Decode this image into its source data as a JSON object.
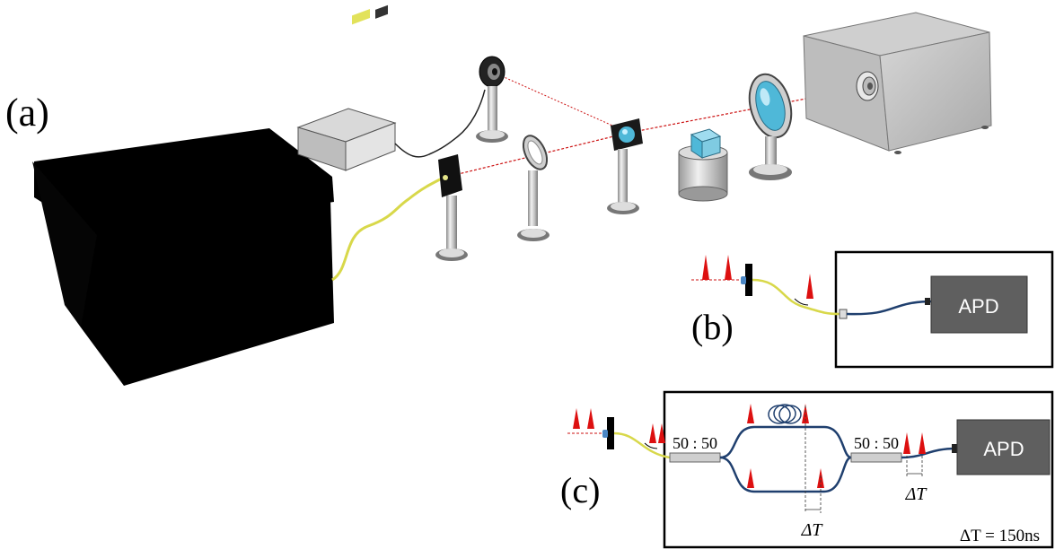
{
  "panels": {
    "a": {
      "label": "(a)"
    },
    "b": {
      "label": "(b)",
      "detector": "APD"
    },
    "c": {
      "label": "(c)",
      "detector": "APD",
      "coupler_in": "50 : 50",
      "coupler_out": "50 : 50",
      "delay_label": "ΔT",
      "delay_label_out": "ΔT",
      "delay_value": "ΔT = 150ns"
    }
  },
  "colors": {
    "laser_beam": "#cc1111",
    "fiber_yellow": "#d8d84a",
    "fiber_blue": "#1f3f6e",
    "pulse_red": "#dd1010",
    "apd_box": "#5f5f5f",
    "optic_blue": "#4fb8d8",
    "enclosure": "#000000"
  }
}
